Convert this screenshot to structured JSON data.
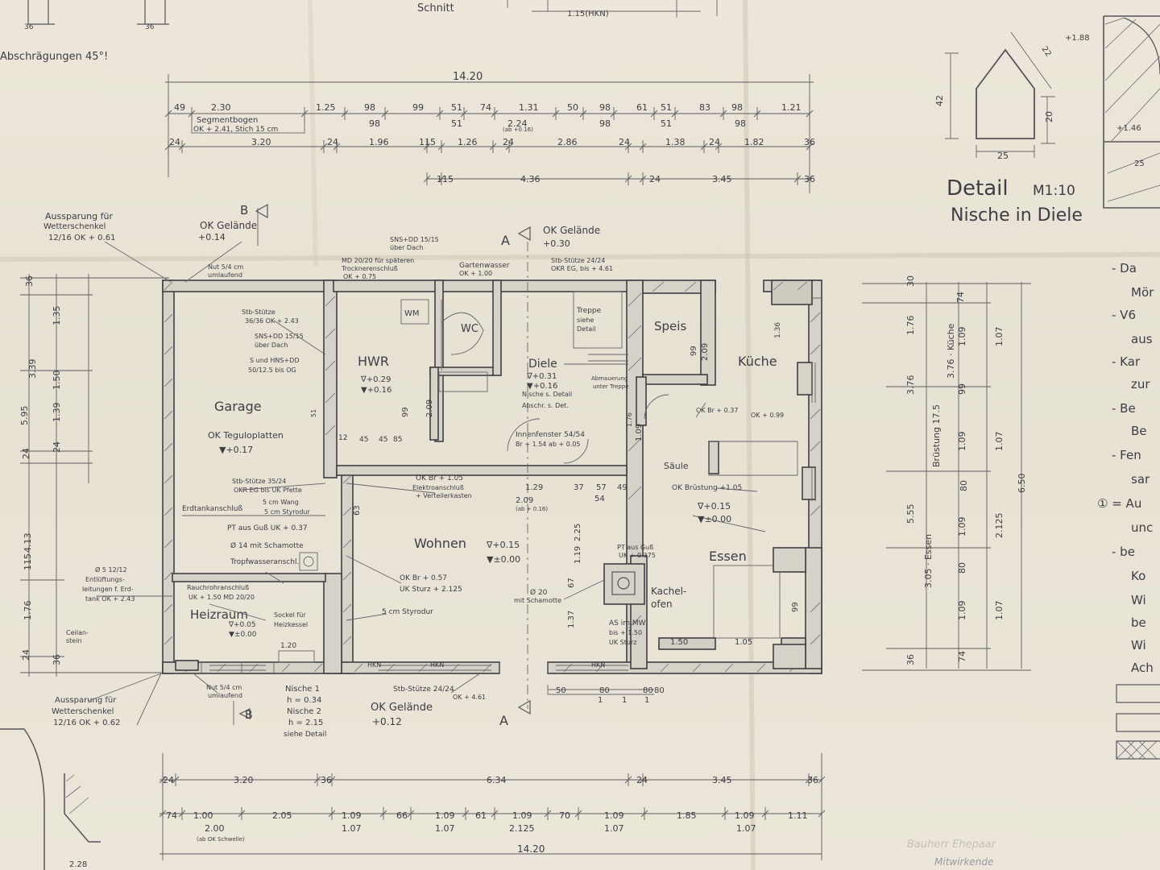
{
  "sheet": {
    "top_labels": {
      "schnitt": "Schnitt",
      "dim_115": "1.15(HKN)",
      "abschraegungen": "Abschrägungen 45°!",
      "dim_36a": "36",
      "dim_36b": "36"
    },
    "overall_top": "14.20",
    "overall_bottom": "14.20",
    "top_row1": [
      "49",
      "2.30",
      "1.25",
      "98",
      "99",
      "51",
      "74",
      "1.31",
      "50",
      "98",
      "61",
      "51",
      "83",
      "98",
      "1.21"
    ],
    "top_row1_under": [
      "98",
      "51",
      "2.24",
      "98",
      "51",
      "98"
    ],
    "top_row2": [
      "24",
      "3.20",
      "24",
      "1.96",
      "115",
      "1.26",
      "24",
      "2.86",
      "24",
      "1.38",
      "24",
      "1.82",
      "36"
    ],
    "top_row3": [
      "115",
      "4.36",
      "24",
      "3.45",
      "36"
    ],
    "segmentbogen": [
      "Segmentbogen",
      "OK + 2.41, Stich 15 cm"
    ],
    "ab_note": "(ab +0.16)",
    "bottom_row1": [
      "24",
      "3.20",
      "36",
      "6.34",
      "24",
      "3.45",
      "36"
    ],
    "bottom_row2": [
      "74",
      "1.00",
      "2.05",
      "1.09",
      "66",
      "1.09",
      "61",
      "1.09",
      "70",
      "1.09",
      "1.85",
      "1.09",
      "1.11"
    ],
    "bottom_row2_under": [
      "2.00",
      "1.07",
      "1.07",
      "2.125",
      "1.07",
      "1.07"
    ],
    "bottom_ab": "(ab OK Schwelle)",
    "left_dims": [
      "36",
      "1.35",
      "3.39",
      "1.50",
      "24",
      "5.95",
      "1.39",
      "24",
      "4.13",
      "115",
      "1.76",
      "24",
      "36"
    ],
    "right_dims": [
      "30",
      "1.76",
      "74",
      "1.09",
      "1.07",
      "3.76 · Küche",
      "99",
      "3.76",
      "1.09",
      "1.07",
      "80",
      "6.50",
      "5.55",
      "1.09",
      "2.125",
      "3.05 · Essen",
      "80",
      "1.09",
      "1.07",
      "74",
      "36",
      "Brüstung 17.5"
    ],
    "detail": {
      "title": "Detail",
      "scale": "M1:10",
      "subtitle": "Nische in Diele",
      "dims": [
        "42",
        "25",
        "20",
        "22",
        "25",
        "+1.88",
        "+1.46"
      ]
    },
    "side_notes": [
      "- Da",
      "Mör",
      "- V6",
      "aus",
      "- Kar",
      "zur",
      "- Be",
      "Be",
      "- Fen",
      "sar",
      "① = Au",
      "unc",
      "- be",
      "Ko",
      "Wi",
      "be",
      "Wi",
      "Ach"
    ],
    "rooms": {
      "garage": "Garage",
      "garage_floor": "OK Teguloplatten",
      "garage_level": "▼+0.17",
      "hwr": "HWR",
      "hwr_lvl1": "∇+0.29",
      "hwr_lvl2": "▼+0.16",
      "wm": "WM",
      "wc": "WC",
      "diele": "Diele",
      "diele_lvl1": "∇+0.31",
      "diele_lvl2": "▼+0.16",
      "speis": "Speis",
      "kueche": "Küche",
      "wohnen": "Wohnen",
      "wohnen_lvl1": "∇+0.15",
      "wohnen_lvl2": "▼±0.00",
      "essen": "Essen",
      "essen_lvl1": "∇+0.15",
      "essen_lvl2": "▼±0.00",
      "heizraum": "Heizraum",
      "heiz_lvl1": "∇+0.05",
      "heiz_lvl2": "▼±0.00",
      "kachelofen": [
        "Kachel-",
        "ofen"
      ],
      "treppe": [
        "Treppe",
        "siehe",
        "Detail"
      ]
    },
    "annotations": {
      "ausspar_top": [
        "Aussparung für",
        "Wetterschenkel",
        "12/16  OK + 0.61"
      ],
      "ok_gelaende_b": [
        "OK Gelände",
        "+0.14"
      ],
      "b_marker": "B",
      "a_marker": "A",
      "ok_gelaende_a": [
        "OK Gelände",
        "+0.30"
      ],
      "nut": [
        "Nut 5/4 cm",
        "umlaufend"
      ],
      "sns_dd": [
        "SNS+DD 15/15",
        "über Dach"
      ],
      "md_2020": [
        "MD 20/20 für späteren",
        "Trocknerenschluß",
        "OK + 0.75"
      ],
      "gartenwasser": [
        "Gartenwasser",
        "OK + 1.00"
      ],
      "stb_stuetze_top": [
        "Stb-Stütze 24/24",
        "OKR EG, bis + 4.61"
      ],
      "stb_stuetze_36": [
        "Stb-Stütze",
        "36/36 OK + 2.43"
      ],
      "sns_dd2": [
        "SNS+DD 15/15",
        "über Dach"
      ],
      "s_und_hns": [
        "S und HNS+DD",
        "50/12.5 bis OG"
      ],
      "nische_detail": [
        "Nische s. Detail",
        "Abschr. s. Det."
      ],
      "abmauerung": [
        "Abmauerung",
        "unter Treppe"
      ],
      "innenfenster": [
        "Innenfenster 54/54",
        "Br + 1.54  ab + 0.05"
      ],
      "okbr_037": [
        "OK Br + 0.37",
        "OK + 0.99"
      ],
      "saeule": "Säule",
      "ok_bruestung": "OK Brüstung +1.05",
      "stb_stuetze_3524": [
        "Stb-Stütze 35/24",
        "OKR EG bis UK Pfette"
      ],
      "wang": [
        "5 cm Wang",
        "5 cm Styrodur"
      ],
      "erdtank": "Erdtankanschluß",
      "pt_gus": "PT aus Guß UK + 0.37",
      "d14": "Ø 14 mit Schamotte",
      "tropfwasser": "Tropfwasseranschl.",
      "entlueftung": [
        "Ø 5 12/12",
        "Entlüftungs-",
        "leitungen f. Erd-",
        "tank OK + 2.43"
      ],
      "kellerstein": [
        "Ceilan-",
        "stein"
      ],
      "rauchrohr": [
        "Rauchrohranschluß",
        "UK + 1.50 MD 20/20"
      ],
      "sockel": [
        "Sockel für",
        "Heizkessel"
      ],
      "elektro": [
        "OK Br + 1.05",
        "Elektroanschluß",
        "+ Verteilerkasten"
      ],
      "okbr_057": [
        "OK Br + 0.57",
        "UK Sturz + 2.125"
      ],
      "styrodur5": "5 cm Styrodur",
      "d20": [
        "Ø 20",
        "mit Schamotte"
      ],
      "pt_gus2": [
        "PT aus Guß",
        "UK + 0.375"
      ],
      "stb_stuetze_mid": [
        "Stb-Stütze",
        "24/24",
        "OK + 4.61"
      ],
      "as_mw": [
        "AS im MW",
        "bis + 1.50",
        "UK Sturz"
      ],
      "ausspar_bottom": [
        "Aussparung für",
        "Wetterschenkel",
        "12/16 OK + 0.62"
      ],
      "nut_bottom": [
        "Nut 5/4 cm",
        "umlaufend"
      ],
      "nische1": [
        "Nische 1",
        "h = 0.34",
        "Nische 2",
        "h = 2.15",
        "siehe Detail"
      ],
      "stb_stuetze_bot": [
        "Stb-Stütze 24/24",
        "OK + 4.61"
      ],
      "ok_gelaende_bottom": [
        "OK Gelände",
        "+0.12"
      ],
      "hkn": "HKN",
      "dims_inner": [
        "1.29",
        "2.09",
        "(ab + 0.16)",
        "37",
        "57",
        "49",
        "54",
        "1.50",
        "1.05",
        "1.20",
        "45",
        "45",
        "12",
        "85",
        "2.09",
        "99",
        "1.09",
        "2.25",
        "1.19",
        "67",
        "1.37",
        "99",
        "1.36",
        "99",
        "2.09",
        "51",
        "63",
        "2.28",
        "1.76"
      ],
      "bottom_small": [
        "50",
        "1",
        "80",
        "1",
        "80",
        "1",
        "80"
      ],
      "sig": [
        "Bauherr  Ehepaar",
        "Mitwirkende"
      ]
    }
  }
}
